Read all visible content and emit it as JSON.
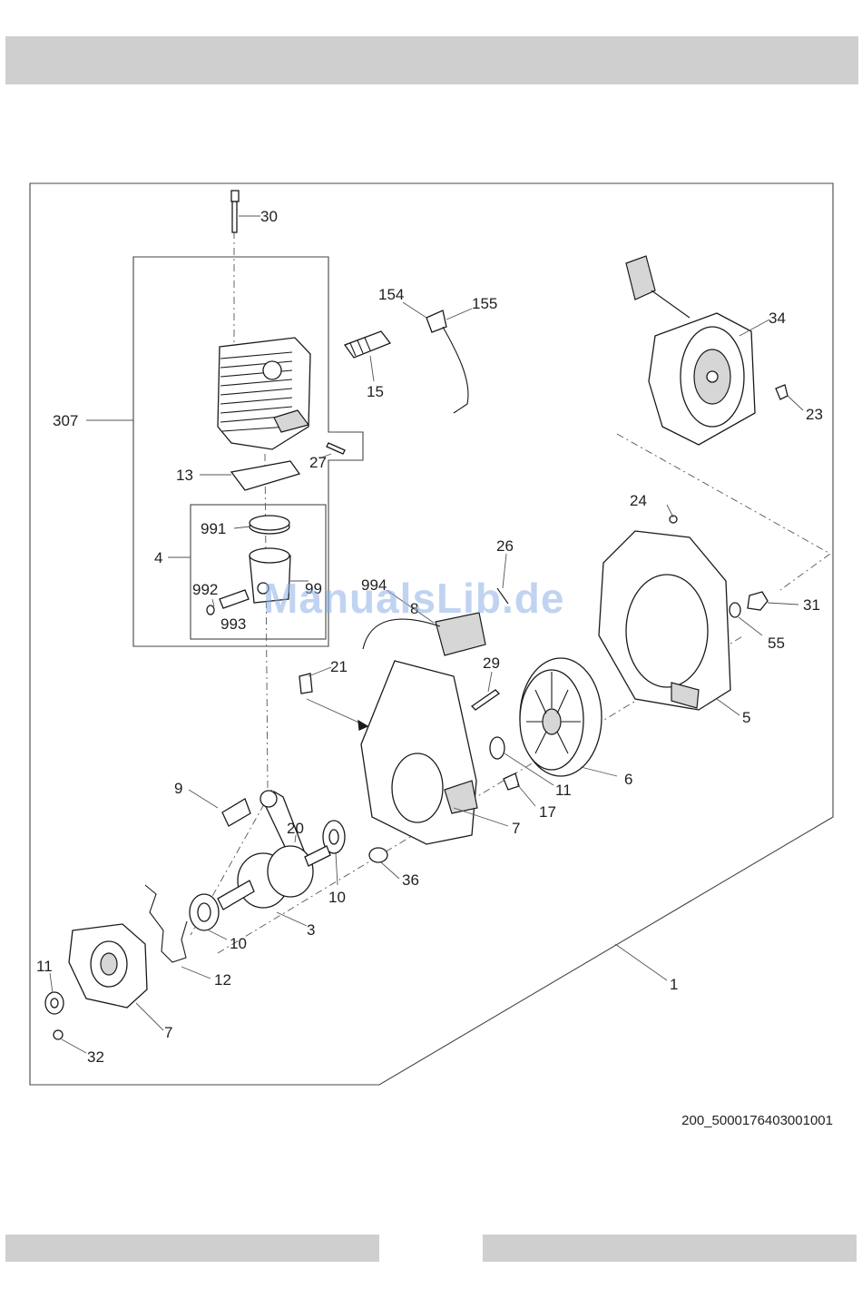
{
  "watermark": "ManualsLib.de",
  "drawing_code": "200_5000176403001001",
  "callouts": {
    "c30": "30",
    "c154": "154",
    "c155": "155",
    "c15": "15",
    "c34": "34",
    "c23": "23",
    "c307": "307",
    "c27": "27",
    "c13": "13",
    "c991": "991",
    "c4": "4",
    "c992": "992",
    "c993": "993",
    "c99x": "99",
    "c994": "994",
    "c8": "8",
    "c26": "26",
    "c24": "24",
    "c31": "31",
    "c55": "55",
    "c21": "21",
    "c29": "29",
    "c5": "5",
    "c11a": "11",
    "c6": "6",
    "c17": "17",
    "c9": "9",
    "c20": "20",
    "c7a": "7",
    "c10a": "10",
    "c36": "36",
    "c3": "3",
    "c10b": "10",
    "c12": "12",
    "c11b": "11",
    "c7b": "7",
    "c32": "32",
    "c1": "1"
  }
}
